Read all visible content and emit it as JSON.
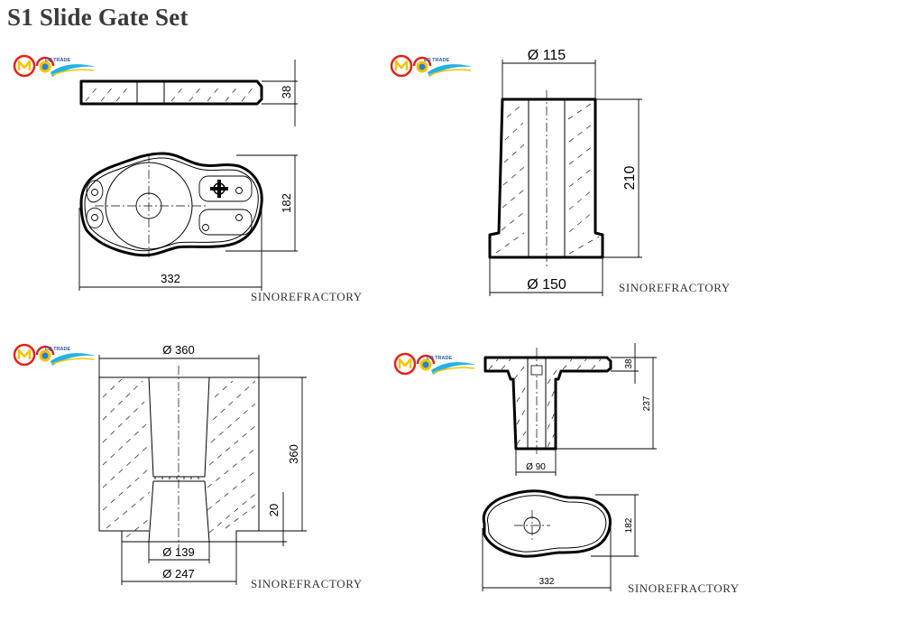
{
  "title": "S1 Slide Gate Set",
  "brand": {
    "trade_text": "LQ TRADE",
    "colors": {
      "red": "#e0231b",
      "blue": "#2b7fd0",
      "yellow": "#f3c400",
      "cyan": "#23b1e6"
    }
  },
  "watermark": "SINOREFRACTORY",
  "panels": {
    "top_left": {
      "dims": {
        "plate_thickness": "38",
        "height": "182",
        "length": "332"
      }
    },
    "top_right": {
      "dims": {
        "top_diameter": "Ø 115",
        "height": "210",
        "bottom_diameter": "Ø 150"
      }
    },
    "bottom_left": {
      "dims": {
        "outer_diameter": "Ø 360",
        "height": "360",
        "step": "20",
        "bore_diameter": "Ø 139",
        "base_diameter": "Ø 247"
      }
    },
    "bottom_right": {
      "dims": {
        "plate_thickness": "38",
        "total_height": "237",
        "nozzle_diameter": "Ø 90",
        "plate_width": "182",
        "plate_length": "332"
      }
    }
  }
}
